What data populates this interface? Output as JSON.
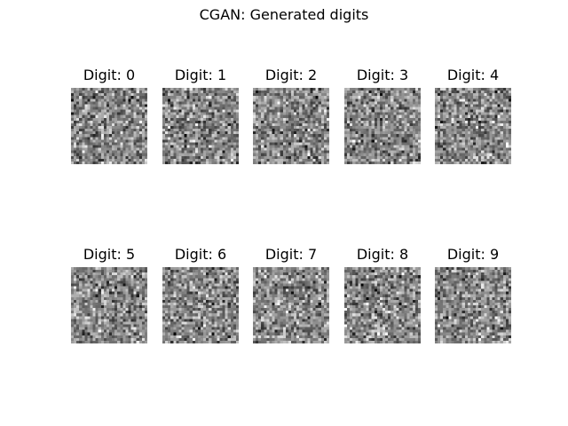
{
  "figure": {
    "title": "CGAN: Generated digits",
    "panels": [
      {
        "title": "Digit: 0"
      },
      {
        "title": "Digit: 1"
      },
      {
        "title": "Digit: 2"
      },
      {
        "title": "Digit: 3"
      },
      {
        "title": "Digit: 4"
      },
      {
        "title": "Digit: 5"
      },
      {
        "title": "Digit: 6"
      },
      {
        "title": "Digit: 7"
      },
      {
        "title": "Digit: 8"
      },
      {
        "title": "Digit: 9"
      }
    ],
    "colormap": "gray"
  }
}
